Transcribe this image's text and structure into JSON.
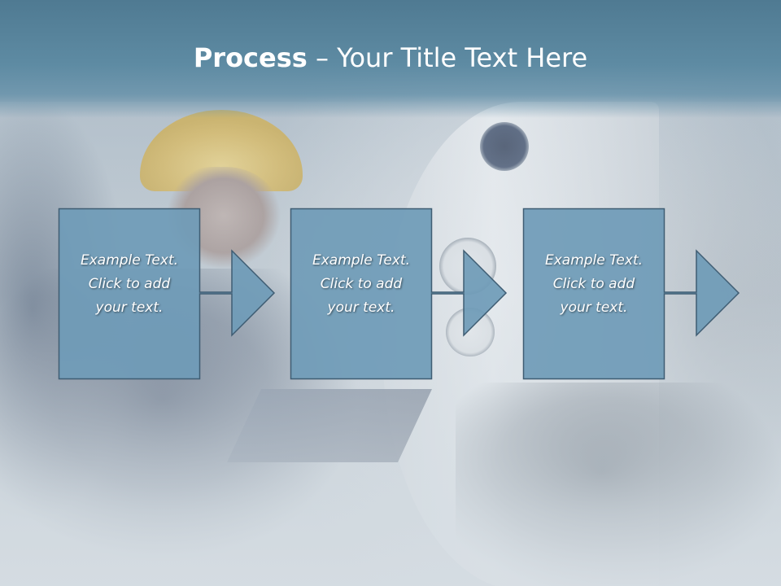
{
  "title": {
    "bold": "Process",
    "rest": " – Your Title Text Here"
  },
  "steps": [
    {
      "line1": "Example Text.",
      "line2": "Click  to add",
      "line3": "your text."
    },
    {
      "line1": "Example Text.",
      "line2": "Click  to add",
      "line3": "your text."
    },
    {
      "line1": "Example Text.",
      "line2": "Click  to add",
      "line3": "your text."
    }
  ],
  "colors": {
    "header": "#5e8ba3",
    "arrow_fill": "#6f9bb7",
    "arrow_stroke": "#3f5d73",
    "text": "#ffffff"
  }
}
